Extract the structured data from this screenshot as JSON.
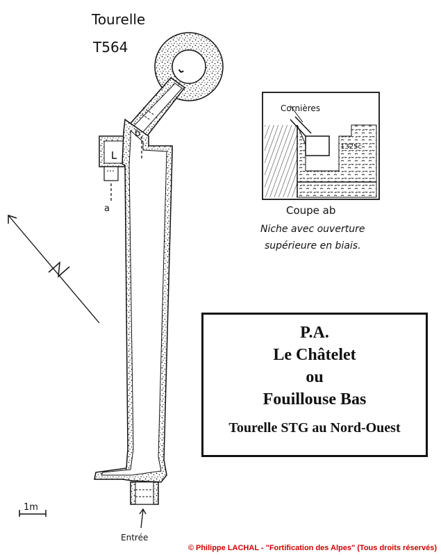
{
  "plan": {
    "name": "Tourelle",
    "code": "T564",
    "section_point_b": "b",
    "section_point_a": "a",
    "entrance_label": "Entrée",
    "scale_label": "1m"
  },
  "section_detail": {
    "corner_label": "Cornières",
    "concrete_mark": "1325c",
    "caption": "Coupe ab",
    "note_line1": "Niche avec ouverture",
    "note_line2": "supérieure en biais."
  },
  "title_block": {
    "line1": "P.A.",
    "line2": "Le Châtelet",
    "line3": "ou",
    "line4": "Fouillouse Bas",
    "subtitle": "Tourelle STG au Nord-Ouest"
  },
  "footer": {
    "copyright": "© Philippe LACHAL - \"Fortification des Alpes\"  (Tous droits réservés)"
  },
  "colors": {
    "ink": "#111111",
    "copyright": "#d10000"
  }
}
